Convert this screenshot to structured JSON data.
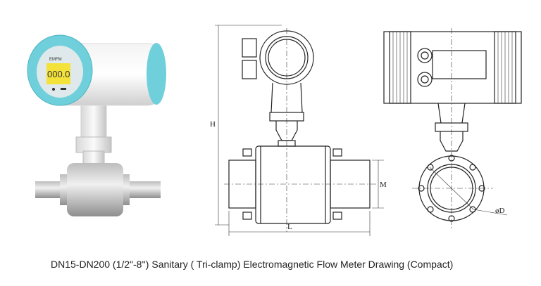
{
  "caption": "DN15-DN200 (1/2\"-8'') Sanitary ( Tri-clamp) Electromagnetic Flow Meter Drawing (Compact)",
  "photo": {
    "brand_text": "EMFM",
    "display_value": "000.0",
    "accent_color": "#6fd0dc",
    "display_color": "#f3e23a"
  },
  "side_view": {
    "height_label": "H",
    "length_label": "L",
    "tube_label": "M"
  },
  "front_view": {
    "diameter_label": "øD"
  }
}
